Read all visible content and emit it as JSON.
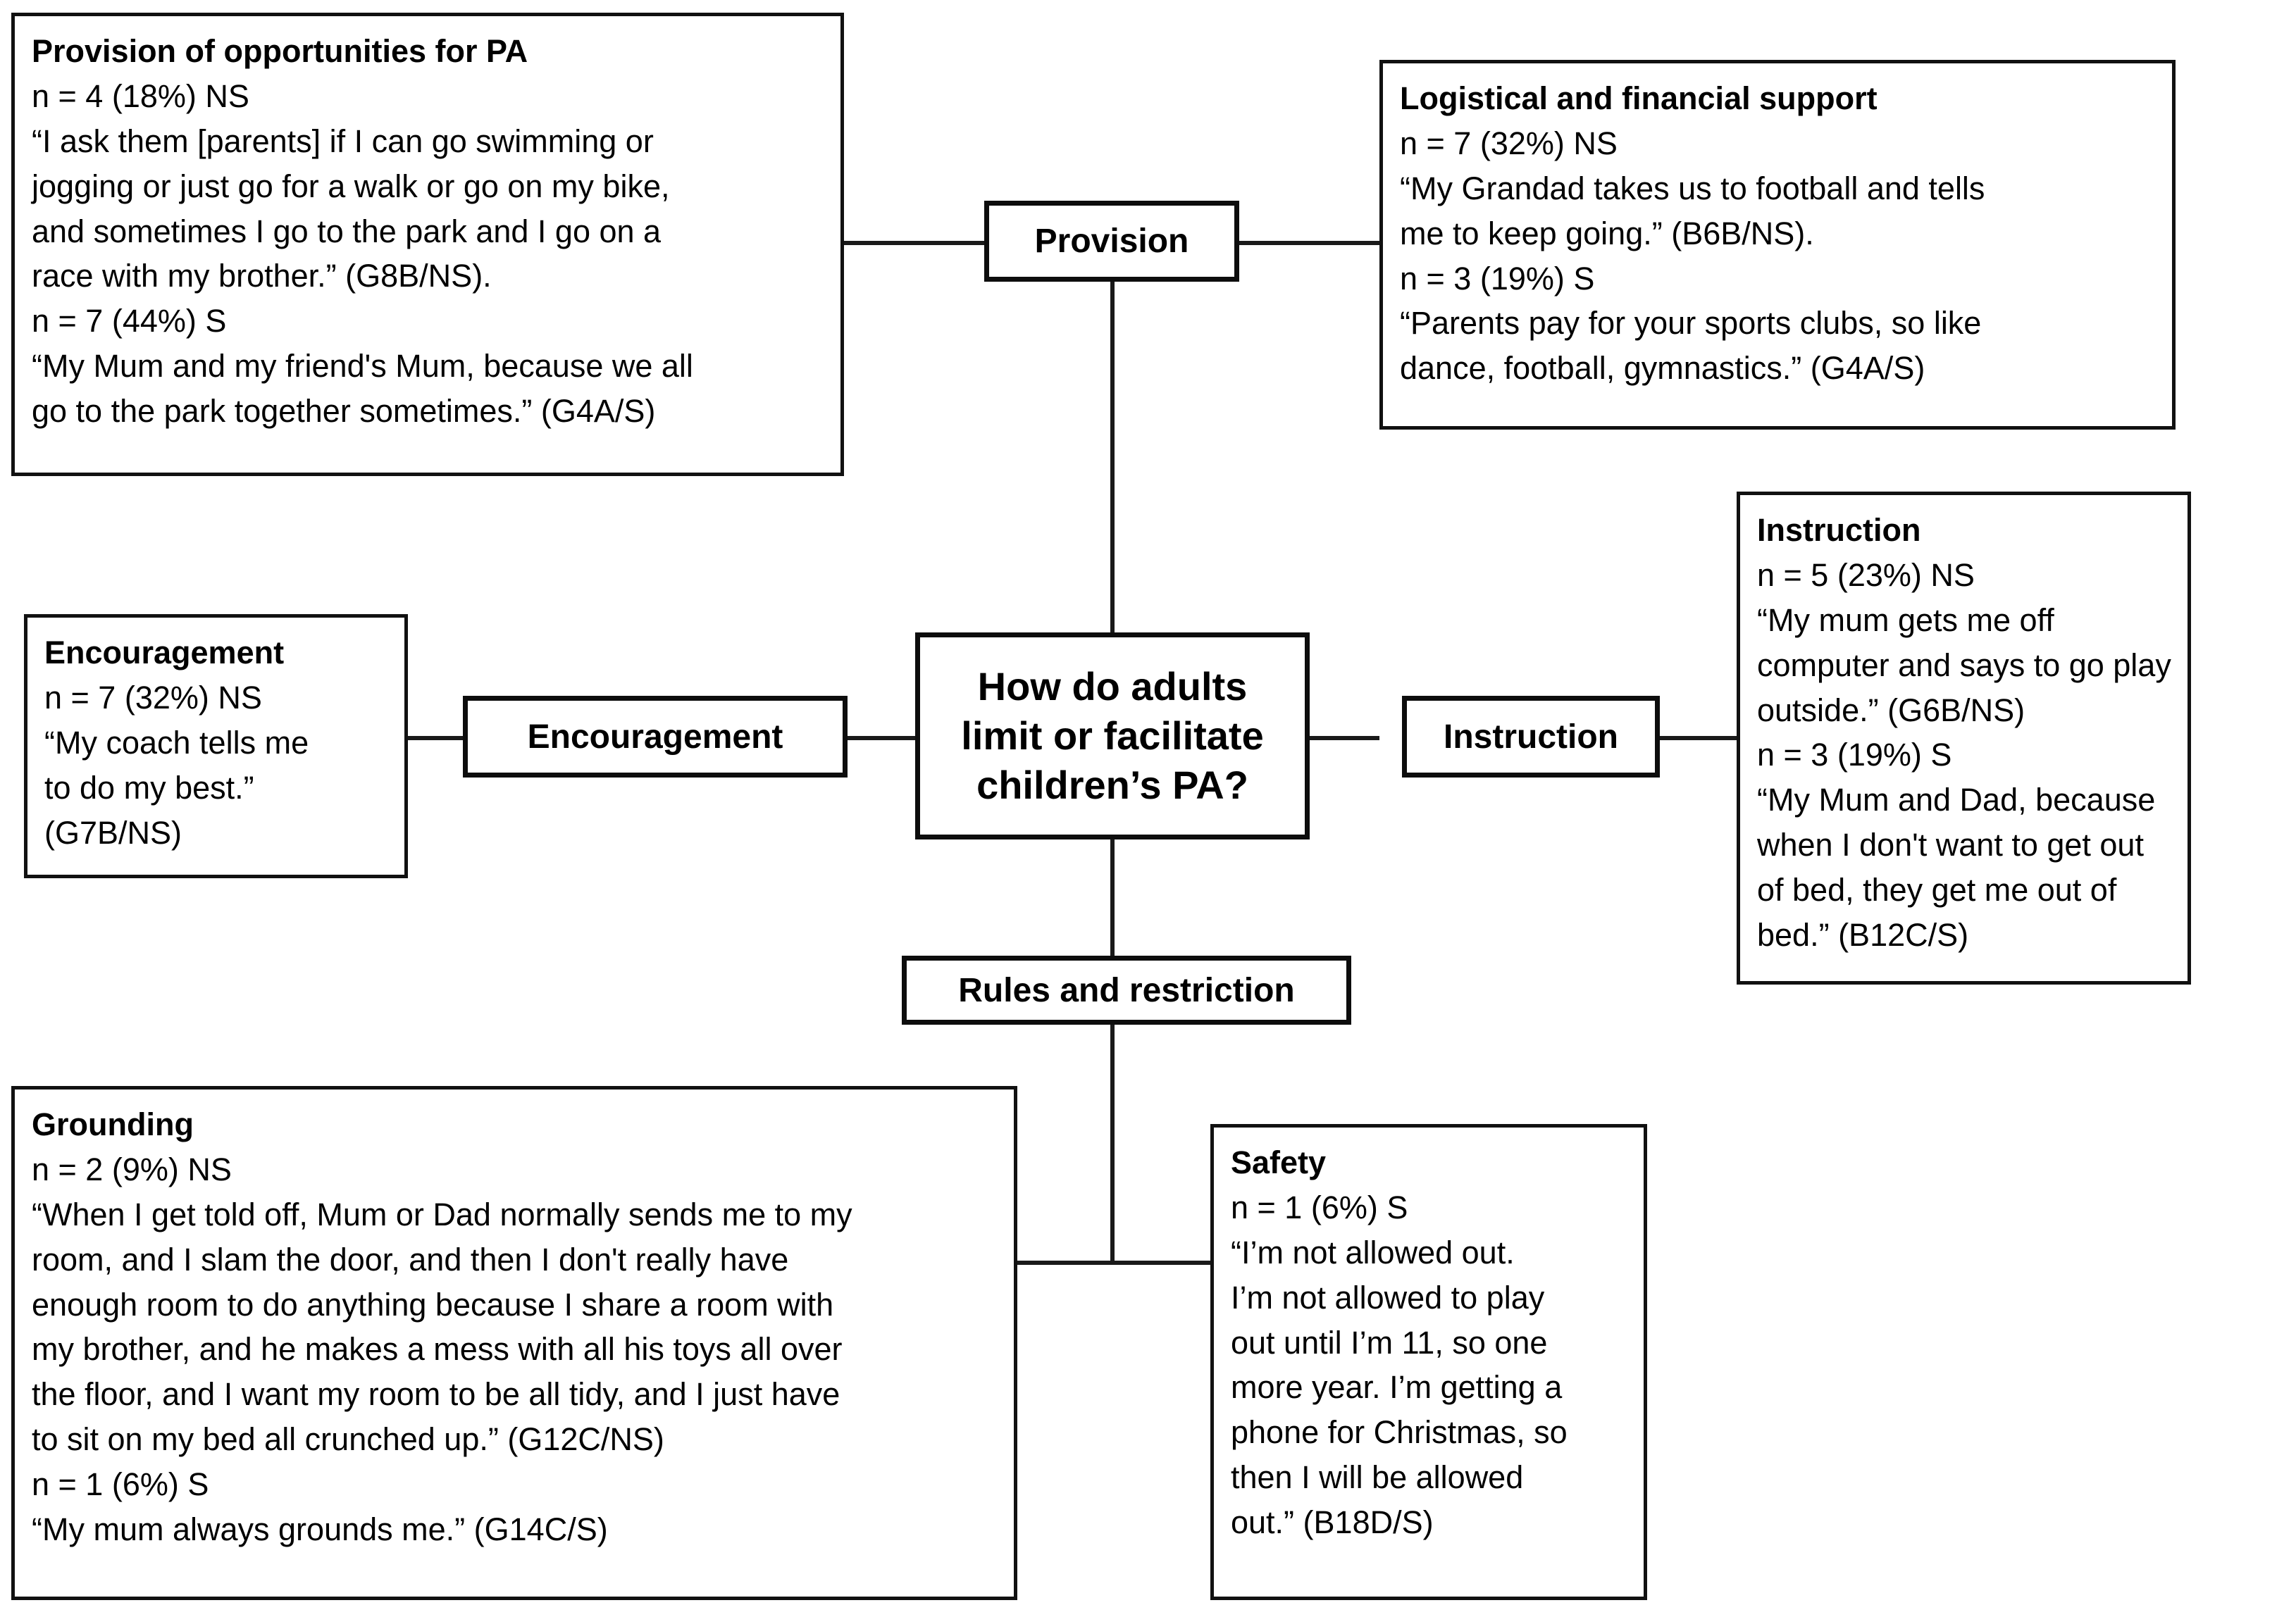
{
  "diagram": {
    "title": "How do adults limit or facilitate children's PA?",
    "type": "thematic-map",
    "central_node": {
      "label": "How do adults\nlimit or facilitate\nchildren’s PA?",
      "line1": "How do adults",
      "line2": "limit or facilitate",
      "line3": "children’s PA?"
    },
    "theme_nodes": {
      "provision": "Provision",
      "encouragement": "Encouragement",
      "instruction": "Instruction",
      "rules": "Rules and restriction"
    },
    "detail_boxes": {
      "provision_opportunities": {
        "title": "Provision of opportunities for PA",
        "stat_ns": "n = 4 (18%) NS",
        "quote_ns_l1": "“I ask them [parents] if I can go swimming or",
        "quote_ns_l2": "jogging or just go for a walk or go on my bike,",
        "quote_ns_l3": "and sometimes I go to the park and I go on a",
        "quote_ns_l4": "race with my brother.” (G8B/NS).",
        "stat_s": "n = 7 (44%) S",
        "quote_s_l1": "“My Mum and my friend's Mum, because we all",
        "quote_s_l2": "go to the park together sometimes.” (G4A/S)"
      },
      "logistical_support": {
        "title": "Logistical and financial support",
        "stat_ns": "n = 7 (32%) NS",
        "quote_ns_l1": "“My Grandad takes us to football and tells",
        "quote_ns_l2": "me to keep going.” (B6B/NS).",
        "stat_s": "n = 3 (19%) S",
        "quote_s_l1": "“Parents pay for your sports clubs, so like",
        "quote_s_l2": "dance, football, gymnastics.” (G4A/S)"
      },
      "encouragement_detail": {
        "title": "Encouragement",
        "stat_ns": "n = 7 (32%) NS",
        "quote_ns_l1": "“My coach tells me",
        "quote_ns_l2": "to do my best.”",
        "quote_ns_l3": "(G7B/NS)"
      },
      "instruction_detail": {
        "title": "Instruction",
        "stat_ns": "n = 5 (23%) NS",
        "quote_ns_l1": "“My mum gets me off",
        "quote_ns_l2": "computer and says to go play",
        "quote_ns_l3": "outside.” (G6B/NS)",
        "stat_s": "n = 3 (19%) S",
        "quote_s_l1": "“My Mum and Dad, because",
        "quote_s_l2": "when I don't want to get out",
        "quote_s_l3": "of bed, they get me out of",
        "quote_s_l4": "bed.” (B12C/S)"
      },
      "grounding": {
        "title": "Grounding",
        "stat_ns": "n = 2 (9%) NS",
        "quote_ns_l1": "“When I get told off, Mum or Dad normally sends me to my",
        "quote_ns_l2": "room, and I slam the door, and then I don't really have",
        "quote_ns_l3": "enough room to do anything because I share a room with",
        "quote_ns_l4": "my brother, and he makes a mess with all his toys all over",
        "quote_ns_l5": "the floor, and I want my room to be all tidy, and I just have",
        "quote_ns_l6": "to sit on my bed all crunched up.” (G12C/NS)",
        "stat_s": "n = 1 (6%) S",
        "quote_s_l1": "“My mum always grounds me.” (G14C/S)"
      },
      "safety": {
        "title": "Safety",
        "stat_s": "n = 1 (6%) S",
        "quote_s_l1": "“I’m not allowed out.",
        "quote_s_l2": "I’m not allowed to play",
        "quote_s_l3": "out until I’m 11, so one",
        "quote_s_l4": "more year. I’m getting a",
        "quote_s_l5": "phone for Christmas, so",
        "quote_s_l6": "then I will be allowed",
        "quote_s_l7": "out.” (B18D/S)"
      }
    },
    "colors": {
      "border": "#111111",
      "background": "#ffffff",
      "text": "#000000",
      "connector": "#1a1a1a"
    }
  }
}
